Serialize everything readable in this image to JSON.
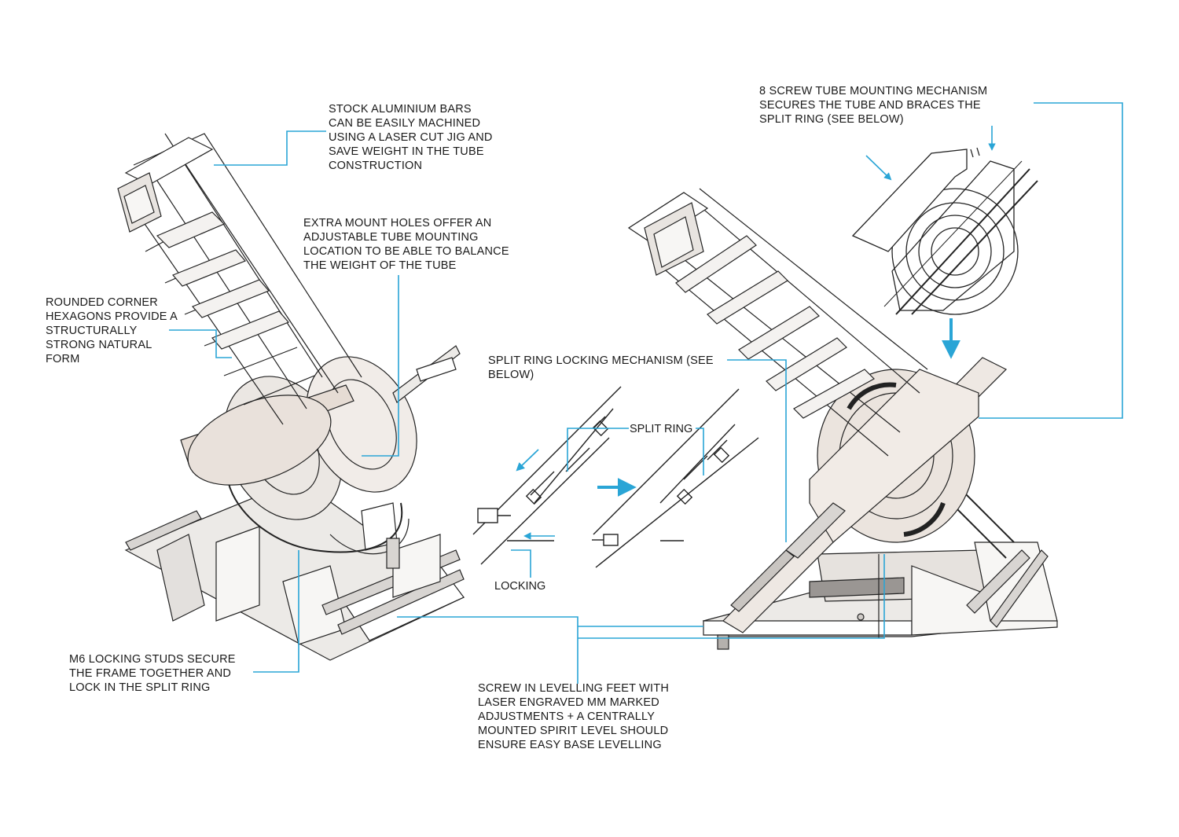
{
  "colors": {
    "leader": "#2aa5d6",
    "arrow": "#2aa5d6",
    "line": "#222222",
    "panel": "#f4f2f0",
    "panel_shade": "#d8d5d2",
    "wood": "#e8dcd4"
  },
  "annotations": {
    "aluminium_bars": "STOCK ALUMINIUM  BARS\nCAN BE EASILY MACHINED\nUSING A LASER CUT JIG AND\nSAVE WEIGHT IN THE TUBE\nCONSTRUCTION",
    "mount_holes": "EXTRA MOUNT HOLES OFFER AN\nADJUSTABLE TUBE MOUNTING\nLOCATION TO BE ABLE TO BALANCE\nTHE WEIGHT OF THE TUBE",
    "hexagons": "ROUNDED CORNER\nHEXAGONS PROVIDE A\nSTRUCTURALLY\nSTRONG NATURAL\nFORM",
    "screw_mount": "8 SCREW TUBE MOUNTING MECHANISM\nSECURES THE TUBE AND BRACES THE\nSPLIT RING (SEE BELOW)",
    "split_ring_mech": "SPLIT RING LOCKING MECHANISM (SEE\nBELOW)",
    "locking_studs": "M6 LOCKING STUDS SECURE\nTHE FRAME TOGETHER AND\nLOCK IN THE SPLIT RING",
    "levelling_feet": "SCREW IN LEVELLING FEET WITH\nLASER ENGRAVED MM MARKED\nADJUSTMENTS + A CENTRALLY\nMOUNTED SPIRIT LEVEL SHOULD\nENSURE EASY BASE LEVELLING"
  },
  "detail_labels": {
    "split_ring": "SPLIT RING",
    "locking": "LOCKING"
  },
  "icons": [
    "arrow-left-down-icon",
    "arrow-right-icon",
    "arrow-down-icon",
    "arrow-left-icon"
  ]
}
